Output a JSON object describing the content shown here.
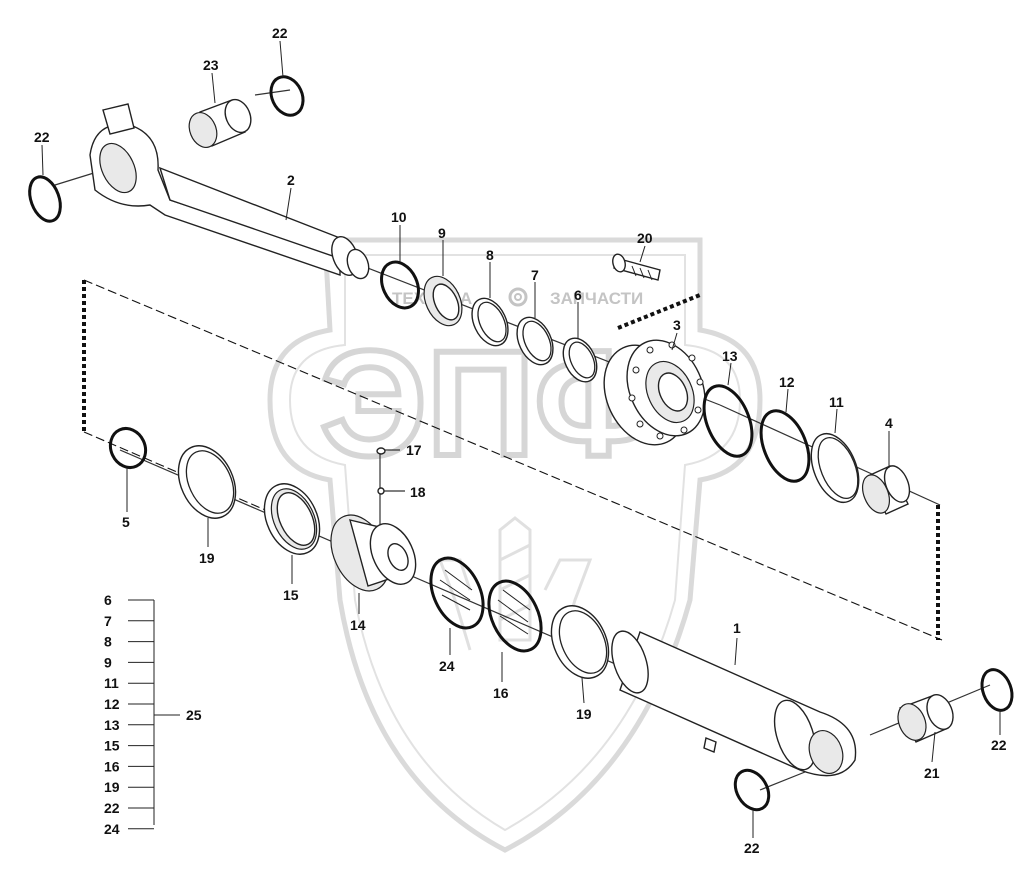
{
  "watermark": {
    "logo_text": "ЭПФ",
    "left_text": "ТЕХНИКА",
    "right_text": "ЗАПЧАСТИ",
    "color": "#cfcfcf"
  },
  "callouts": {
    "c1": "1",
    "c2": "2",
    "c3": "3",
    "c4": "4",
    "c5": "5",
    "c6": "6",
    "c7": "7",
    "c8": "8",
    "c9": "9",
    "c10": "10",
    "c11": "11",
    "c12": "12",
    "c13": "13",
    "c14": "14",
    "c15": "15",
    "c16": "16",
    "c17": "17",
    "c18": "18",
    "c19a": "19",
    "c19b": "19",
    "c20": "20",
    "c21": "21",
    "c22a": "22",
    "c22b": "22",
    "c22c": "22",
    "c22d": "22",
    "c23": "23",
    "c24": "24"
  },
  "seal_kit": {
    "items": [
      "6",
      "7",
      "8",
      "9",
      "11",
      "12",
      "13",
      "15",
      "16",
      "19",
      "22",
      "24"
    ],
    "kit_number": "25"
  },
  "colors": {
    "line": "#222222",
    "background": "#ffffff"
  }
}
